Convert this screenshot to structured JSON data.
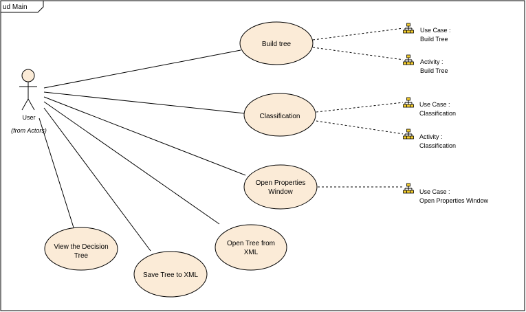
{
  "frame": {
    "title": "ud Main"
  },
  "actor": {
    "name": "User",
    "subtitle": "(from Actors)"
  },
  "use_cases": {
    "build_tree": {
      "lines": [
        "Build tree"
      ]
    },
    "classification": {
      "lines": [
        "Classification"
      ]
    },
    "open_properties": {
      "lines": [
        "Open Properties",
        "Window"
      ]
    },
    "view_tree": {
      "lines": [
        "View the Decision",
        "Tree"
      ]
    },
    "save_tree": {
      "lines": [
        "Save Tree to XML"
      ]
    },
    "open_tree": {
      "lines": [
        "Open Tree from",
        "XML"
      ]
    }
  },
  "links": {
    "uc_build_tree": {
      "lines": [
        "Use Case :",
        "Build Tree"
      ]
    },
    "act_build_tree": {
      "lines": [
        "Activity :",
        "Build Tree"
      ]
    },
    "uc_classification": {
      "lines": [
        "Use Case :",
        "Classification"
      ]
    },
    "act_classification": {
      "lines": [
        "Activity :",
        "Classification"
      ]
    },
    "uc_open_properties": {
      "lines": [
        "Use Case :",
        "Open Properties Window"
      ]
    }
  },
  "colors": {
    "use_case_fill": "#fbebd7",
    "icon_fill": "#f2cc2e",
    "icon_border": "#000000"
  },
  "icons": {
    "link_icon": "hierarchy-icon"
  }
}
